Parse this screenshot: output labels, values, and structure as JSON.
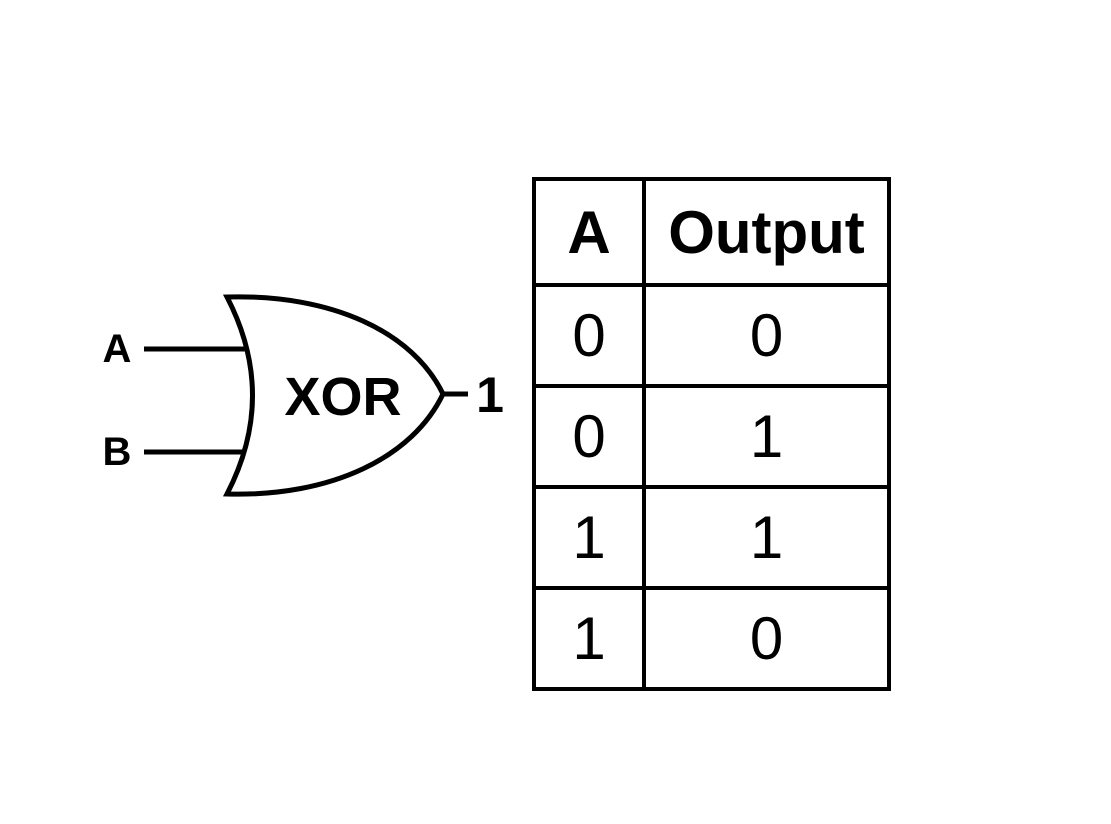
{
  "diagram": {
    "gate": {
      "label": "XOR",
      "input_a_label": "A",
      "input_b_label": "B",
      "output_value": "1"
    },
    "truth_table": {
      "headers": {
        "a": "A",
        "output": "Output"
      },
      "rows": [
        {
          "a": "0",
          "output": "0"
        },
        {
          "a": "0",
          "output": "1"
        },
        {
          "a": "1",
          "output": "1"
        },
        {
          "a": "1",
          "output": "0"
        }
      ]
    },
    "colors": {
      "stroke": "#000000",
      "background": "#ffffff"
    }
  }
}
